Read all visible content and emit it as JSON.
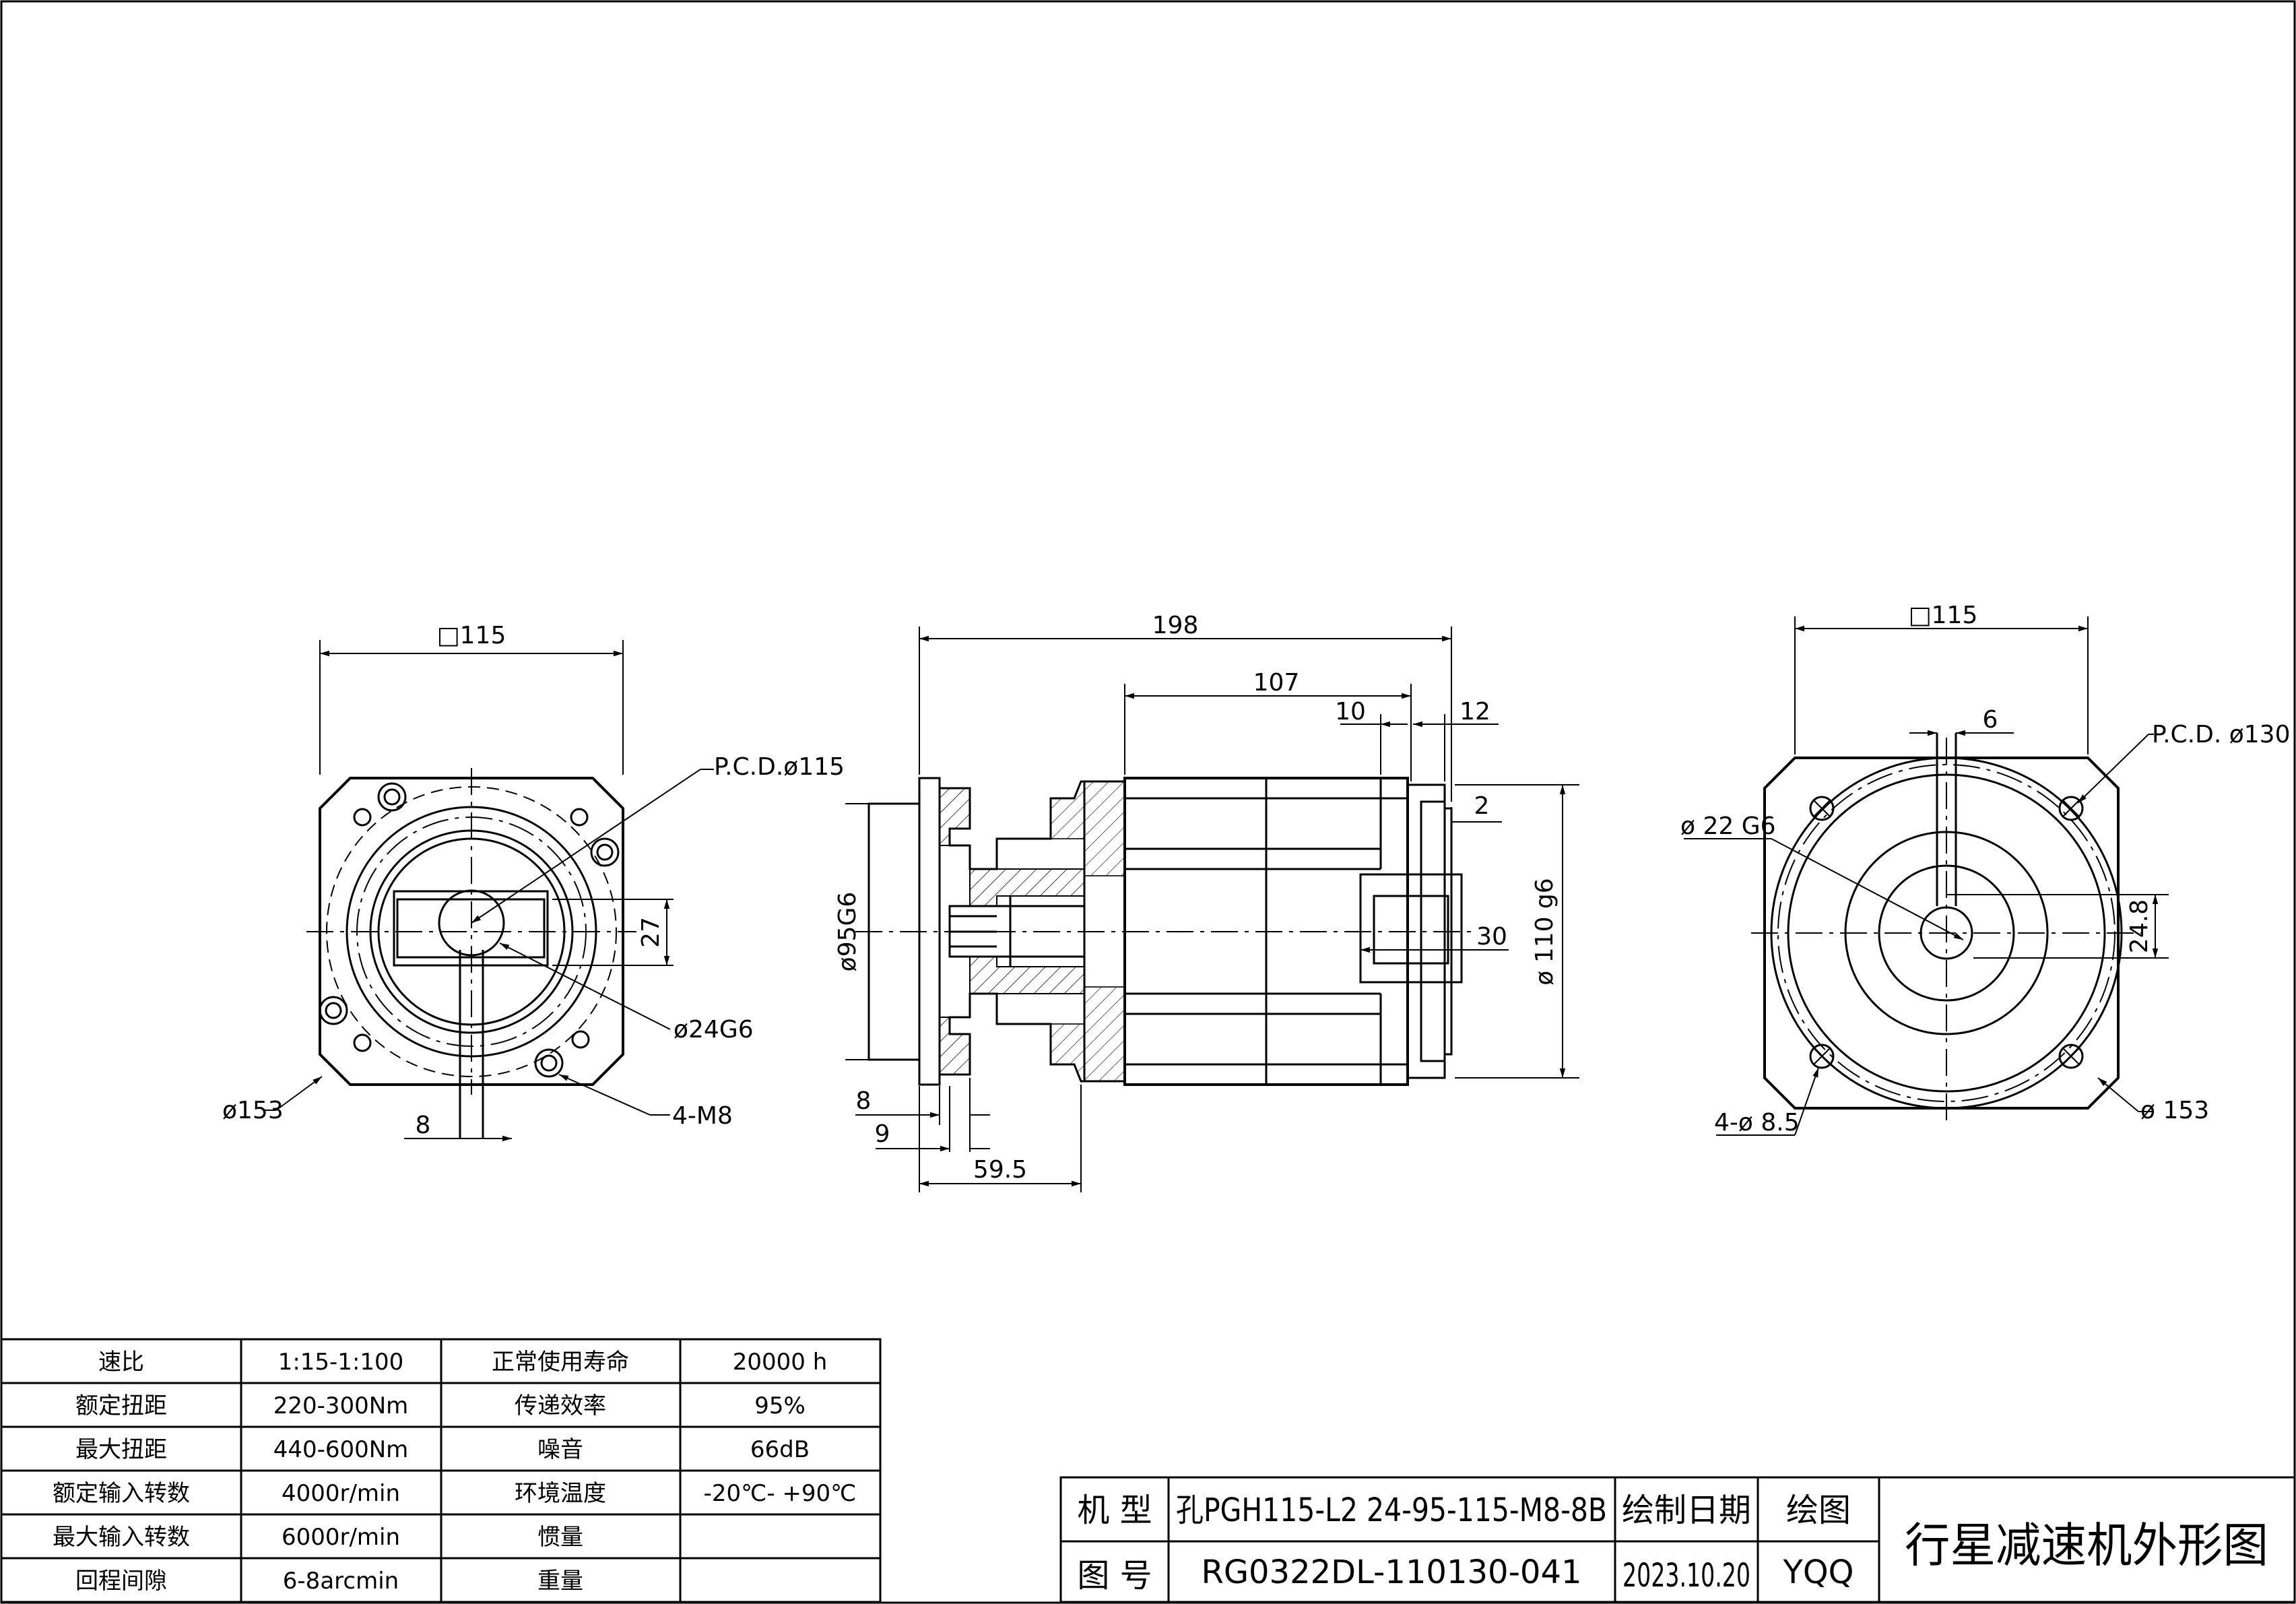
{
  "drawing_title": "行星减速机外形图",
  "left_view": {
    "square": "□115",
    "pcd": "P.C.D.ø115",
    "bore": "ø24G6",
    "holes": "4-M8",
    "flange_dia": "ø153",
    "key_width": "8",
    "key_height": "27"
  },
  "side_view": {
    "overall_length": "198",
    "body_length": "107",
    "d10": "10",
    "d12": "12",
    "d2": "2",
    "d30": "30",
    "pilot_dia": "ø95G6",
    "shaft_dia": "ø 110 g6",
    "d8": "8",
    "d9": "9",
    "d59_5": "59.5"
  },
  "right_view": {
    "square": "□115",
    "pcd": "P.C.D. ø130",
    "bore": "ø 22 G6",
    "key_width": "6",
    "key_height": "24.8",
    "holes": "4-ø 8.5",
    "flange_dia": "ø 153"
  },
  "spec_table": [
    {
      "k1": "速比",
      "v1": "1:15-1:100",
      "k2": "正常使用寿命",
      "v2": "20000  h"
    },
    {
      "k1": "额定扭距",
      "v1": "220-300Nm",
      "k2": "传递效率",
      "v2": "95%"
    },
    {
      "k1": "最大扭距",
      "v1": "440-600Nm",
      "k2": "噪音",
      "v2": "66dB"
    },
    {
      "k1": "额定输入转数",
      "v1": "4000r/min",
      "k2": "环境温度",
      "v2": "-20℃- +90℃"
    },
    {
      "k1": "最大输入转数",
      "v1": "6000r/min",
      "k2": "惯量",
      "v2": ""
    },
    {
      "k1": "回程间隙",
      "v1": "6-8arcmin",
      "k2": "重量",
      "v2": ""
    }
  ],
  "title_block": {
    "model_label": "机 型",
    "model_value": "孔PGH115-L2 24-95-115-M8-8B",
    "date_label": "绘制日期",
    "drawer_label": "绘图",
    "drawing_no_label": "图 号",
    "drawing_no_value": "RG0322DL-110130-041",
    "date_value": "2023.10.20",
    "drawer_value": "YQQ"
  }
}
